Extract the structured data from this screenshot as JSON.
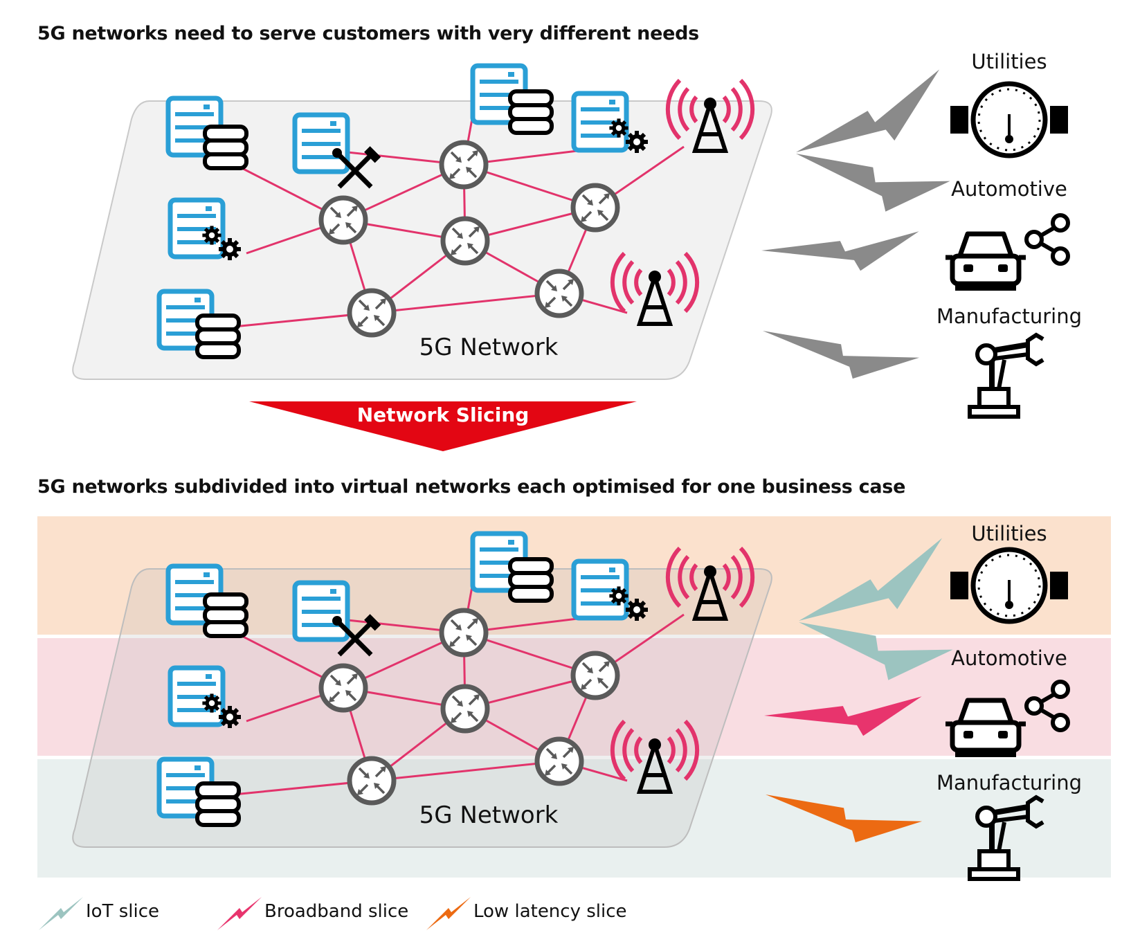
{
  "headings": {
    "top": "5G networks need to serve customers with very different needs",
    "bottom": "5G networks subdivided into virtual networks each optimised for one business case"
  },
  "network": {
    "label": "5G Network"
  },
  "transition": {
    "label": "Network Slicing"
  },
  "industries": {
    "utilities": "Utilities",
    "automotive": "Automotive",
    "manufacturing": "Manufacturing"
  },
  "legend": {
    "iot": "IoT slice",
    "broadband": "Broadband slice",
    "low_latency": "Low latency slice"
  },
  "colors": {
    "server_blue": "#2a9fd6",
    "link_pink": "#e2336b",
    "router_gray": "#5a5a5a",
    "bolt_gray": "#8a8a8a",
    "iot_slice": "#9cc4c0",
    "broadband_slice": "#e8346d",
    "low_latency_slice": "#ec6a12",
    "arrow_red": "#e30613",
    "utilities_band": "#fbe1cd",
    "automotive_band": "#f9dde2",
    "manufacturing_band": "#e9f0ef"
  },
  "icons": {
    "server": "server-icon",
    "database": "database-icon",
    "tools": "hammer-wrench-icon",
    "gears": "gears-icon",
    "router": "router-icon",
    "antenna": "antenna-icon",
    "gauge": "gauge-icon",
    "car": "car-icon",
    "share": "share-icon",
    "robot_arm": "robot-arm-icon"
  }
}
